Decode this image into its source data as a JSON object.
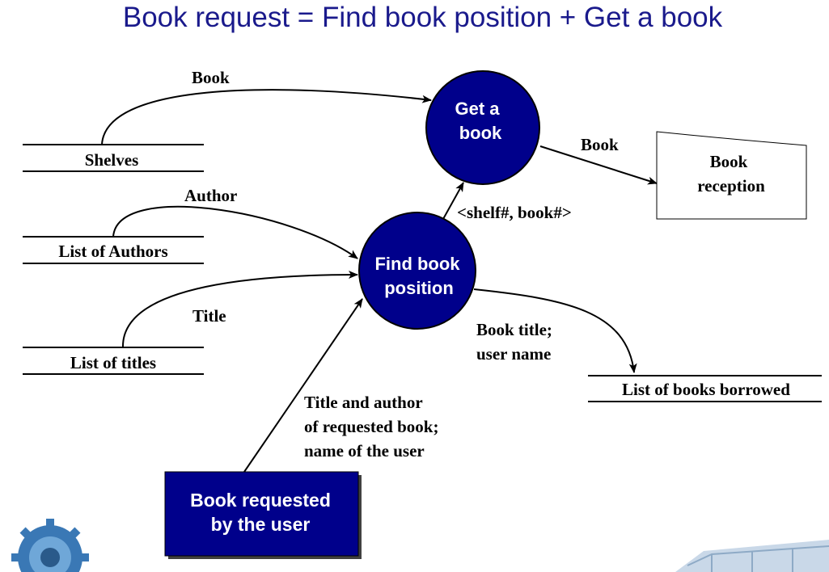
{
  "title": "Book request = Find book position + Get a book",
  "colors": {
    "process_fill": "#00008b",
    "title_color": "#1a1a8c",
    "line": "#000000"
  },
  "processes": {
    "get_book": [
      "Get a",
      "book"
    ],
    "find_position": [
      "Find book",
      "position"
    ]
  },
  "data_stores": {
    "shelves": "Shelves",
    "authors": "List of Authors",
    "titles": "List of titles",
    "borrowed": "List of books borrowed"
  },
  "external_entity": [
    "Book requested",
    "by the user"
  ],
  "document": [
    "Book",
    "reception"
  ],
  "flows": {
    "shelves_to_get": "Book",
    "get_to_reception": "Book",
    "authors_to_find": "Author",
    "titles_to_find": "Title",
    "find_to_get": "<shelf#, book#>",
    "find_to_borrowed": [
      "Book title;",
      "user name"
    ],
    "user_to_find": [
      "Title and author",
      "of requested book;",
      "name of the user"
    ]
  },
  "decor": {
    "gear": "gear-logo-icon",
    "watermark_icon": "building-watermark-icon"
  }
}
